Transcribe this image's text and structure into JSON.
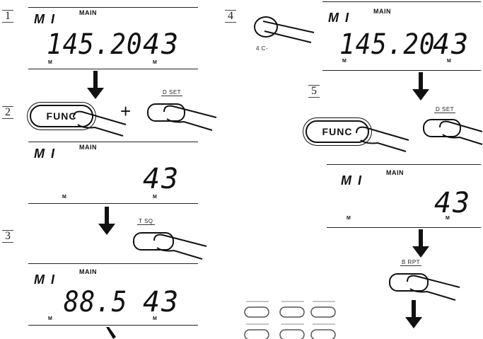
{
  "steps": [
    "1",
    "2",
    "3",
    "4",
    "5"
  ],
  "display_mem": "M I",
  "display_main": "MAIN",
  "display_m": "M",
  "d1_freq": "145.20",
  "d1_ch": "43",
  "d2_ch": "43",
  "d3_freq": "88.5",
  "d3_ch": "43",
  "d4_freq": "145.20",
  "d4_ch": "43",
  "d5_ch": "43",
  "func_label": "FUNC",
  "plus_sign": "+",
  "d_set_label": "D SET",
  "t_sq_label": "T SQ",
  "rpt_label": "B RPT",
  "knob_label": "4 C-"
}
